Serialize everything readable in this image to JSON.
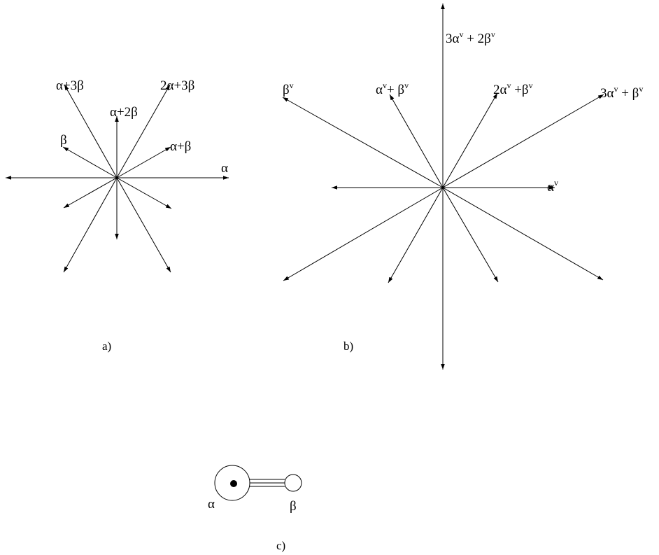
{
  "panel_a": {
    "caption": "a)",
    "labels": {
      "alpha": "α",
      "beta": "β",
      "alpha_plus_beta": "α+β",
      "alpha_plus_2beta": "α+2β",
      "alpha_plus_3beta": "α+3β",
      "two_alpha_plus_3beta": "2α+3β"
    }
  },
  "panel_b": {
    "caption": "b)",
    "labels": {
      "alpha_v": {
        "base": "α",
        "sup": "v"
      },
      "beta_v": {
        "base": "β",
        "sup": "v"
      },
      "alpha_v_plus_beta_v": {
        "a": "α",
        "sup1": "v",
        "mid": "+ β",
        "sup2": "v"
      },
      "two_alpha_v_plus_beta_v": {
        "a": "2α",
        "sup1": "v",
        "mid": " +β",
        "sup2": "v"
      },
      "three_alpha_v_plus_beta_v": {
        "a": "3α",
        "sup1": "v",
        "mid": " + β",
        "sup2": "v"
      },
      "three_alpha_v_plus_2beta_v": {
        "a": "3α",
        "sup1": "v",
        "mid": " + 2β",
        "sup2": "v"
      }
    }
  },
  "panel_c": {
    "caption": "c)",
    "node_alpha": "α",
    "node_beta": "β"
  }
}
